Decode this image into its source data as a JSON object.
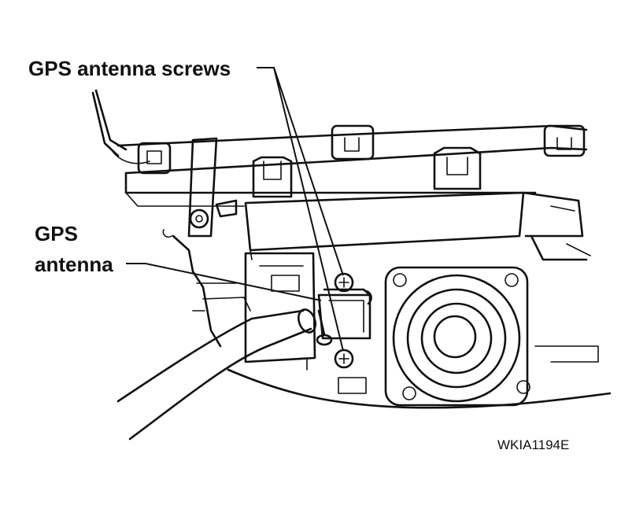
{
  "callouts": {
    "screws_label": "GPS antenna screws",
    "antenna_label_line1": "GPS",
    "antenna_label_line2": "antenna"
  },
  "figure_code": "WKIA1194E"
}
